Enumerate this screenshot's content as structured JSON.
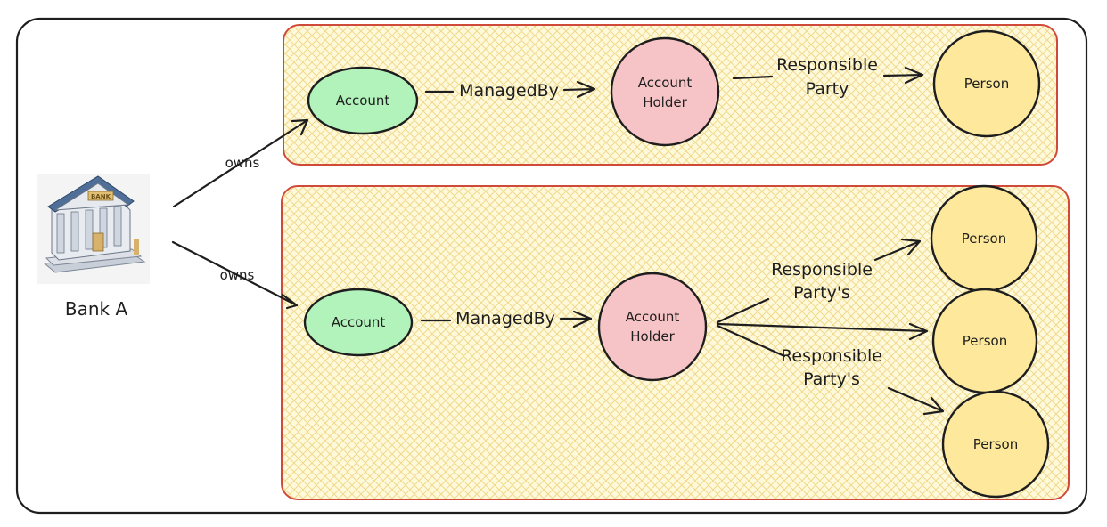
{
  "bank": {
    "label": "Bank A",
    "sign_text": "BANK",
    "icon": "bank-building-icon"
  },
  "colors": {
    "account": "#b2f2bb",
    "account_holder": "#f6c4c6",
    "person": "#fde89c",
    "group_border": "#d04a3a",
    "group_fill": "#fff9db",
    "hatch": "#f0d98a",
    "outline": "#1e1e1e"
  },
  "edges": {
    "owns_top": "owns",
    "owns_bottom": "owns"
  },
  "group_top": {
    "account": "Account",
    "managed_by": "ManagedBy",
    "holder_line1": "Account",
    "holder_line2": "Holder",
    "responsible_line1": "Responsible",
    "responsible_line2": "Party",
    "person": "Person"
  },
  "group_bottom": {
    "account": "Account",
    "managed_by": "ManagedBy",
    "holder_line1": "Account",
    "holder_line2": "Holder",
    "responsible_a_line1": "Responsible",
    "responsible_a_line2": "Party's",
    "responsible_b_line1": "Responsible",
    "responsible_b_line2": "Party's",
    "persons": [
      "Person",
      "Person",
      "Person"
    ]
  }
}
